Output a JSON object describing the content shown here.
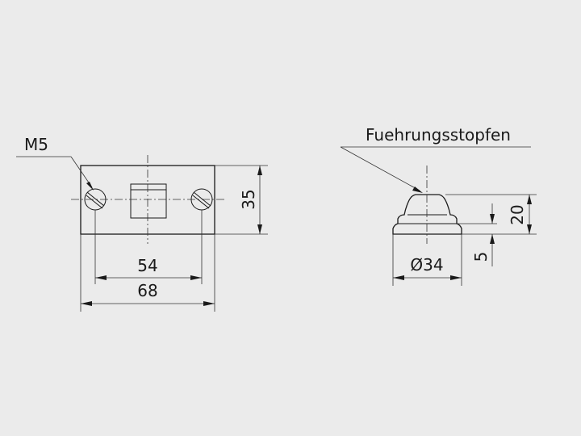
{
  "labels": {
    "thread": "M5",
    "part_name": "Fuehrungsstopfen",
    "hole_spacing": "54",
    "plate_width": "68",
    "plate_height": "35",
    "stopper_height": "20",
    "base_height": "5",
    "stopper_diameter": "Ø34"
  },
  "colors": {
    "background": "#ebebeb",
    "line": "#1a1a1a"
  }
}
